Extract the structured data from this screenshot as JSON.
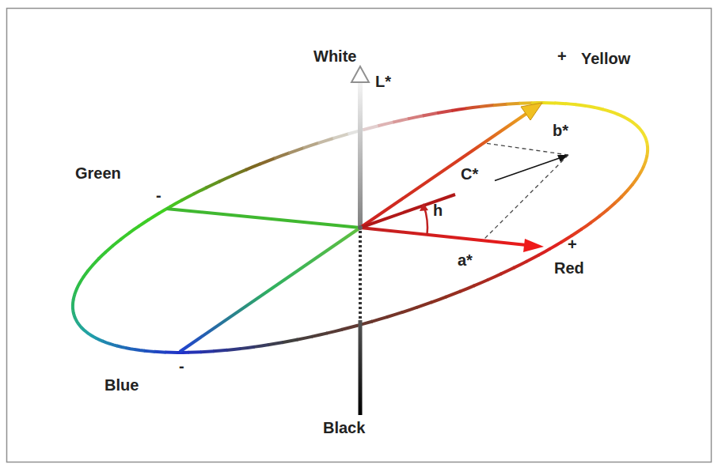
{
  "diagram": {
    "labels": [
      "White",
      "L*",
      "+",
      "Yellow",
      "b*",
      "Green",
      "-",
      "C*",
      "h",
      "a*",
      "+",
      "Red",
      "-",
      "Blue",
      "Black"
    ]
  }
}
